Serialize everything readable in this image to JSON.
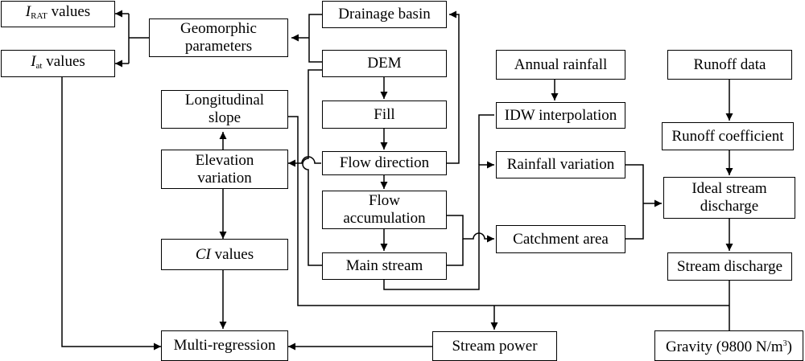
{
  "nodes": {
    "irat": {
      "var": "I",
      "sub": "RAT",
      "text": " values"
    },
    "iat": {
      "var": "I",
      "sub": "at",
      "text": " values"
    },
    "geomorphic": {
      "line1": "Geomorphic",
      "line2": "parameters"
    },
    "drainage_basin": "Drainage basin",
    "dem": "DEM",
    "fill": "Fill",
    "flow_direction": "Flow direction",
    "flow_accumulation": {
      "line1": "Flow",
      "line2": "accumulation"
    },
    "main_stream": "Main stream",
    "longitudinal_slope": {
      "line1": "Longitudinal",
      "line2": "slope"
    },
    "elevation_variation": {
      "line1": "Elevation",
      "line2": "variation"
    },
    "ci": {
      "var": "CI",
      "text": " values"
    },
    "multi_regression": "Multi-regression",
    "annual_rainfall": "Annual rainfall",
    "idw_interpolation": "IDW interpolation",
    "rainfall_variation": "Rainfall variation",
    "catchment_area": "Catchment area",
    "runoff_data": "Runoff data",
    "runoff_coefficient": "Runoff coefficient",
    "ideal_discharge": {
      "line1": "Ideal stream",
      "line2": "discharge"
    },
    "stream_discharge": "Stream discharge",
    "stream_power": "Stream power",
    "gravity": {
      "text": "Gravity (9800 N/m",
      "sup": "3",
      "close": ")"
    }
  }
}
